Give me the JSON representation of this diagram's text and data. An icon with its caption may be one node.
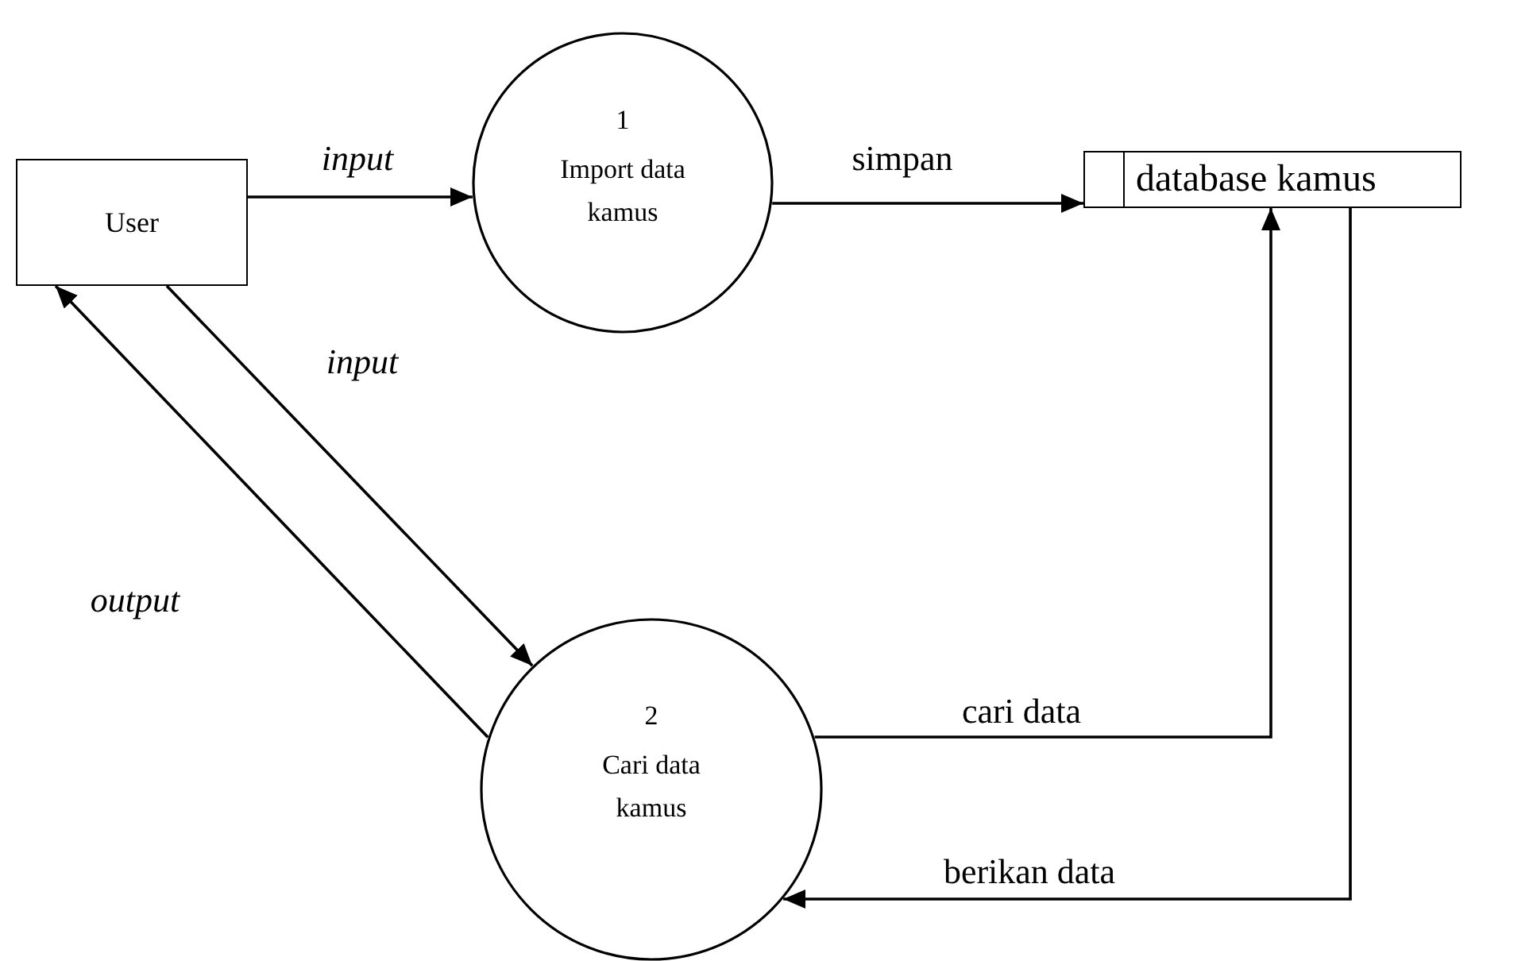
{
  "diagram": {
    "nodes": [
      {
        "text": [
          "User"
        ]
      },
      {
        "text": [
          "1",
          "Import data kamus"
        ]
      },
      {
        "text": [
          "database kamus"
        ]
      },
      {
        "text": [
          "2",
          "Cari data kamus"
        ]
      }
    ],
    "edges": [
      {
        "from": 0,
        "to": 1,
        "arrow": "to",
        "label": "input"
      },
      {
        "from": 0,
        "to": 3,
        "arrow": "to",
        "label": "input"
      },
      {
        "from": 3,
        "to": 0,
        "arrow": "to",
        "label": "output"
      },
      {
        "from": 1,
        "to": 2,
        "arrow": "to",
        "label": "simpan"
      },
      {
        "from": 3,
        "to": 2,
        "arrow": "to",
        "label": "cari data"
      },
      {
        "from": 2,
        "to": 3,
        "arrow": "to",
        "label": "berikan data"
      }
    ]
  }
}
